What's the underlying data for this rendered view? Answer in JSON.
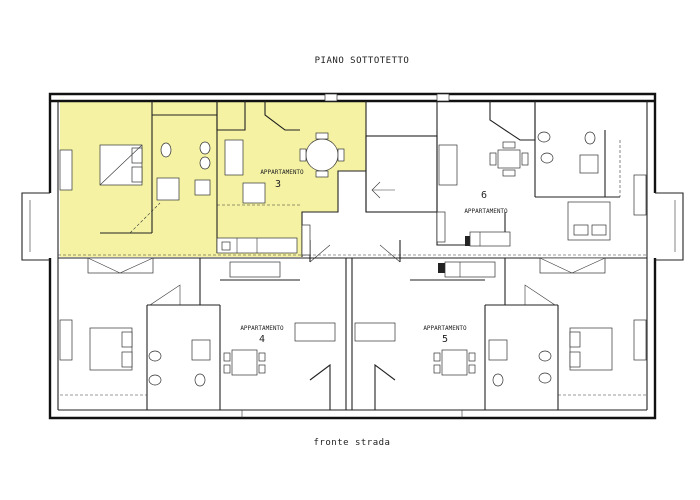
{
  "plan": {
    "floor_title": "PIANO SOTTOTETTO",
    "street_label": "fronte strada",
    "highlight_color": "#f5f3a3",
    "apartments": [
      {
        "label": "APPARTAMENTO",
        "number": "3",
        "highlighted": true
      },
      {
        "label": "APPARTAMENTO",
        "number": "6",
        "highlighted": false
      },
      {
        "label": "APPARTAMENTO",
        "number": "4",
        "highlighted": false
      },
      {
        "label": "APPARTAMENTO",
        "number": "5",
        "highlighted": false
      }
    ]
  }
}
